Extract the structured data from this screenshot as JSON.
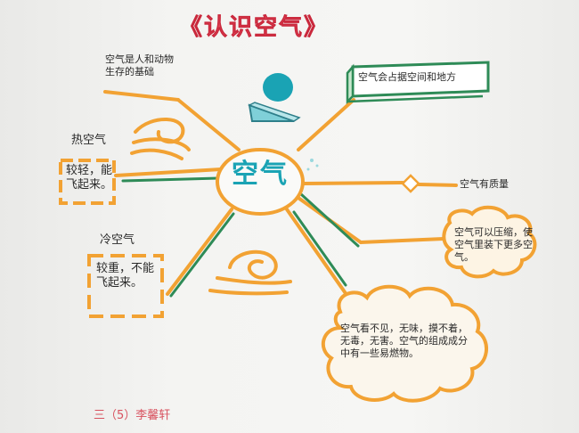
{
  "title": "《认识空气》",
  "center": "空气",
  "branches": {
    "basis_note": "空气是人和动物生存的基础",
    "hot_air_title": "热空气",
    "hot_air_text": "较轻，能飞起来。",
    "cold_air_title": "冷空气",
    "cold_air_text": "较重，不能飞起来。",
    "occupies_space": "空气会占据空间和地方",
    "has_mass": "空气有质量",
    "compressible": "空气可以压缩，使空气里装下更多空气。",
    "properties": "空气看不见，无味，摸不着，无毒，无害。空气的组成成分中有一些易燃物。"
  },
  "signature": "三（5）李馨轩",
  "colors": {
    "orange": "#f2a233",
    "teal": "#1aa3b4",
    "green": "#2e8b57",
    "red": "#e8485c",
    "cloud": "#f6a53b"
  }
}
